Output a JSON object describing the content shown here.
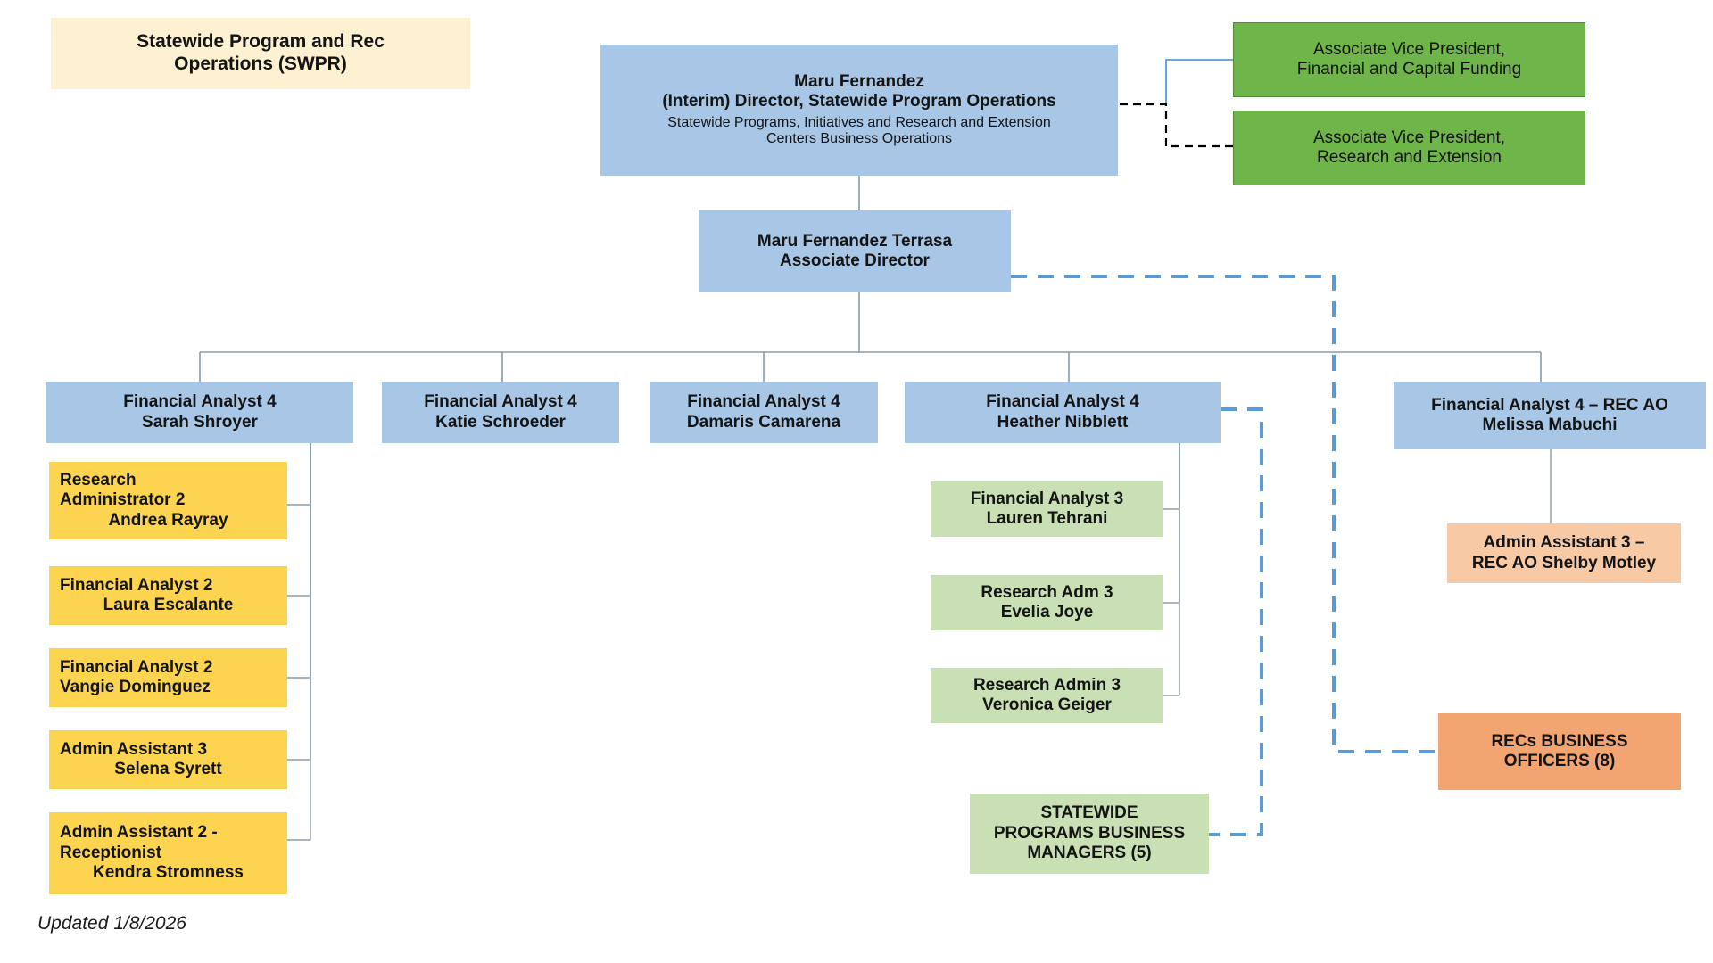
{
  "title_box": {
    "lines": [
      "Statewide Program and Rec",
      "Operations (SWPR)"
    ]
  },
  "director": {
    "name": "Maru Fernandez",
    "title": "(Interim) Director, Statewide Program Operations",
    "detail_line1": "Statewide Programs, Initiatives and Research and Extension",
    "detail_line2": "Centers Business Operations"
  },
  "dotted_reports": [
    {
      "line1": "Associate Vice President,",
      "line2": "Financial and Capital Funding"
    },
    {
      "line1": "Associate Vice President,",
      "line2": "Research and Extension"
    }
  ],
  "associate_director": {
    "name": "Maru Fernandez Terrasa",
    "title": "Associate Director"
  },
  "analysts": [
    {
      "title": "Financial Analyst 4",
      "name": "Sarah Shroyer"
    },
    {
      "title": "Financial Analyst  4",
      "name": "Katie Schroeder"
    },
    {
      "title": "Financial Analyst 4",
      "name": "Damaris Camarena"
    },
    {
      "title": "Financial Analyst 4",
      "name": "Heather Nibblett"
    },
    {
      "title": "Financial Analyst 4 – REC AO",
      "name": "Melissa Mabuchi"
    }
  ],
  "shroyer_reports": [
    {
      "l1": "Research",
      "l2": "Administrator 2",
      "l3": "Andrea Rayray"
    },
    {
      "l1": "Financial Analyst 2",
      "l2": "Laura Escalante",
      "l3": ""
    },
    {
      "l1": "Financial Analyst 2",
      "l2": "Vangie Dominguez",
      "l3": ""
    },
    {
      "l1": "Admin Assistant 3",
      "l2": "Selena Syrett",
      "l3": ""
    },
    {
      "l1": "Admin Assistant 2 -",
      "l2": "Receptionist",
      "l3": "Kendra Stromness"
    }
  ],
  "nibblett_reports": [
    {
      "l1": "Financial Analyst 3",
      "l2": "Lauren Tehrani"
    },
    {
      "l1": "Research Adm 3",
      "l2": "Evelia Joye"
    },
    {
      "l1": "Research Admin 3",
      "l2": "Veronica Geiger"
    }
  ],
  "statewide_managers": {
    "l1": "STATEWIDE",
    "l2": "PROGRAMS BUSINESS",
    "l3": "MANAGERS (5)"
  },
  "mabuchi_report": {
    "l1": "Admin Assistant 3 –",
    "l2": "REC AO  Shelby Motley"
  },
  "recs_business_officers": {
    "l1": "RECs BUSINESS",
    "l2": "OFFICERS (8)"
  },
  "footer": {
    "updated": "Updated 1/8/2026"
  },
  "colors": {
    "cream": "#fdf1d2",
    "blue": "#a8c6e5",
    "green": "#6fb54a",
    "light_green": "#c8e0b4",
    "yellow": "#fcd44f",
    "peach": "#f7c9a5",
    "orange": "#f2a471",
    "connector_gray": "#8a9aa8",
    "connector_blue": "#5b9bd5",
    "connector_dash_black": "#000000"
  }
}
